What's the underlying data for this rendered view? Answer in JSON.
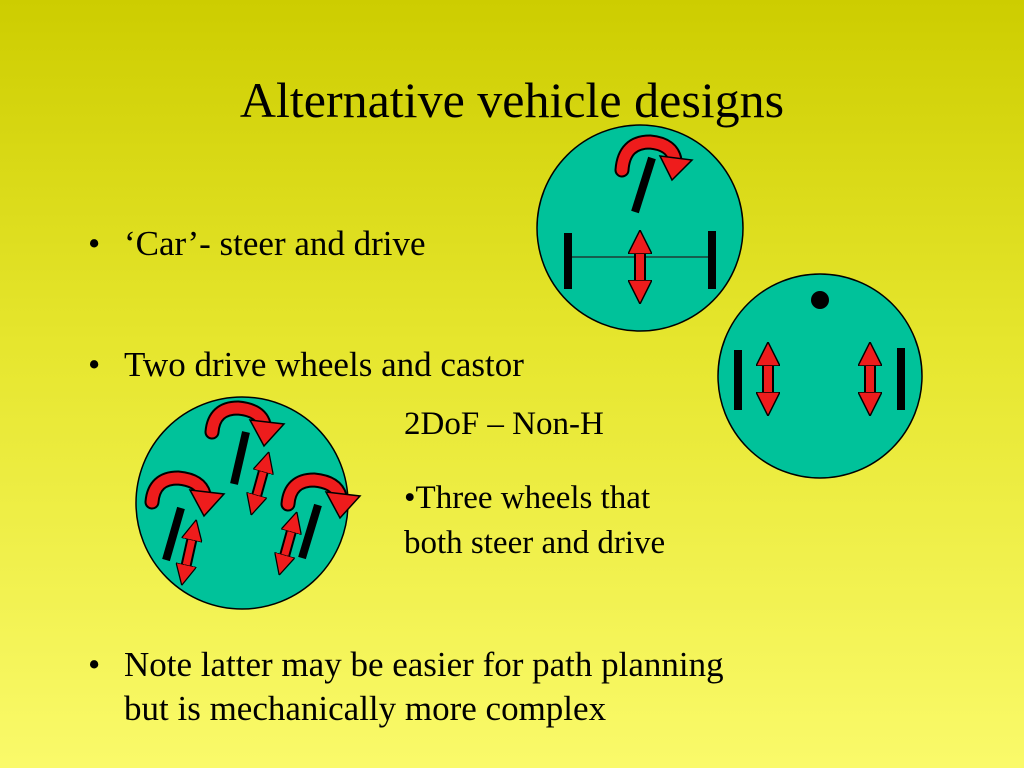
{
  "slide": {
    "title": "Alternative vehicle designs",
    "bullets": [
      {
        "marker": "•",
        "lines": [
          "‘Car’- steer and drive"
        ]
      },
      {
        "marker": "•",
        "lines": [
          "Two drive wheels and castor"
        ]
      },
      {
        "marker": "•",
        "lines": [
          "Note latter may be easier for path planning",
          "but is mechanically more complex"
        ]
      }
    ],
    "dof_label": "2DoF – Non-H",
    "three_wheels_lines": [
      "•Three wheels that",
      "both steer and drive"
    ]
  },
  "colors": {
    "vehicle_body": "#00c29a",
    "arrow": "#ee1c1c",
    "wheel": "#000000"
  }
}
